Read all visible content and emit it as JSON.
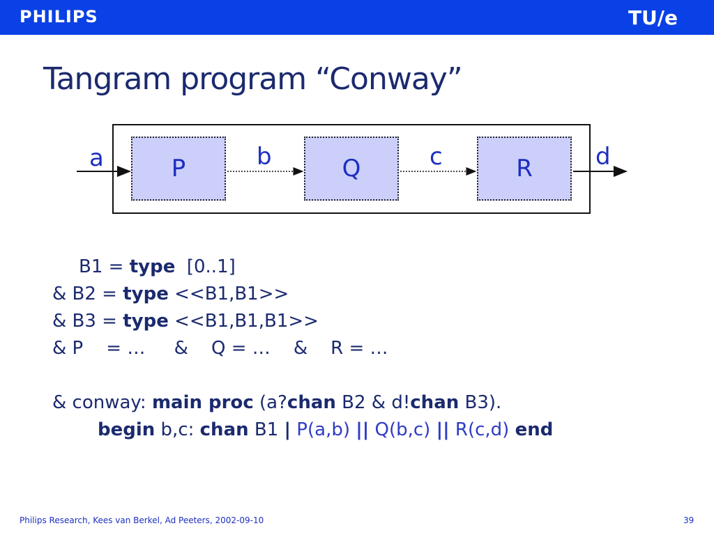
{
  "header": {
    "brand_left": "PHILIPS",
    "brand_right": "TU/e",
    "bar_color": "#0a41e6"
  },
  "slide": {
    "title": "Tangram program “Conway”",
    "diagram": {
      "boxes": [
        "P",
        "Q",
        "R"
      ],
      "channels": [
        "a",
        "b",
        "c",
        "d"
      ]
    },
    "code": {
      "line1": {
        "prefix": "B1 = ",
        "kw": "type",
        "rest": "  [0..1]"
      },
      "line2": {
        "prefix": "& B2 = ",
        "kw": "type",
        "rest": " <<B1,B1>>"
      },
      "line3": {
        "prefix": "& B3 = ",
        "kw": "type",
        "rest": " <<B1,B1,B1>>"
      },
      "line4": {
        "text": "& P    = …     &    Q = …    &    R = …"
      },
      "line5": {
        "a": "& conway: ",
        "b": "main proc",
        "c": " (a?",
        "d": "chan",
        "e": " B2 & d!",
        "f": "chan",
        "g": " B3)."
      },
      "line6": {
        "a": "begin",
        "b": " b,c: ",
        "c": "chan",
        "d": " B1 ",
        "e": "|",
        "f": " P(a,b) ",
        "g": "||",
        "h": " Q(b,c) ",
        "i": "||",
        "j": " R(c,d) ",
        "k": "end"
      }
    }
  },
  "footer": {
    "credit": "Philips Research, Kees van Berkel, Ad Peeters, 2002-09-10",
    "page": "39"
  }
}
